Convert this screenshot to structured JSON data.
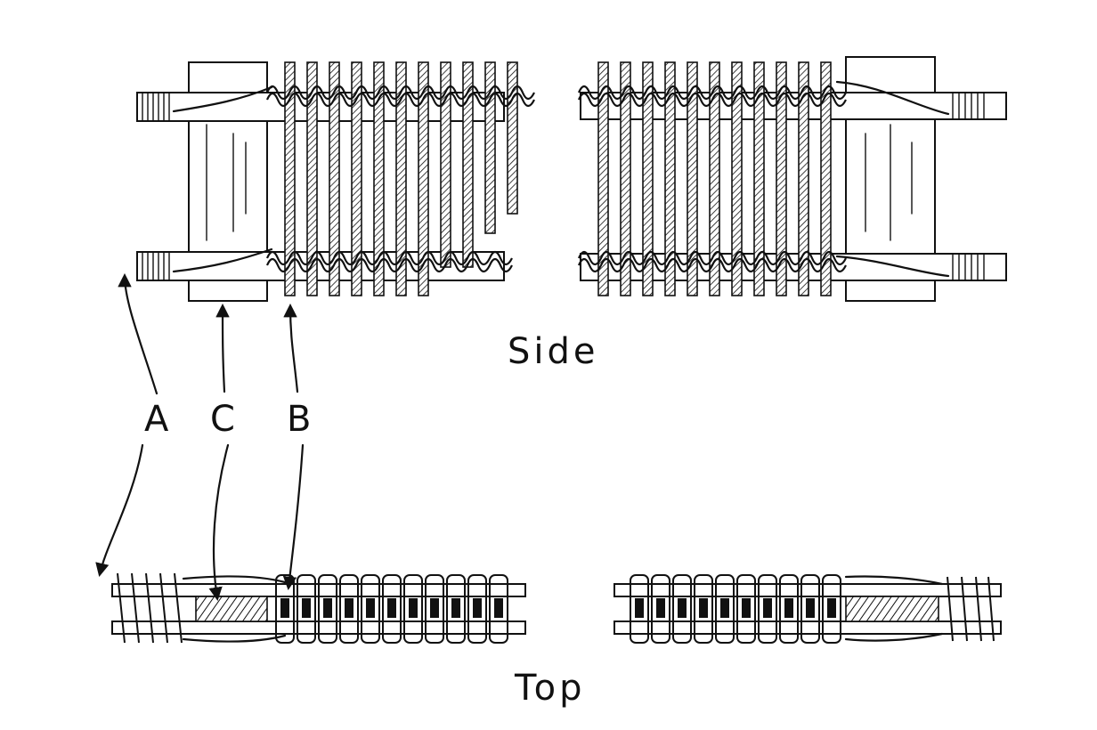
{
  "views": {
    "side_label": "Side",
    "top_label": "Top"
  },
  "callouts": {
    "a": "A",
    "b": "B",
    "c": "C"
  },
  "colors": {
    "ink": "#111111",
    "paper": "#ffffff"
  }
}
